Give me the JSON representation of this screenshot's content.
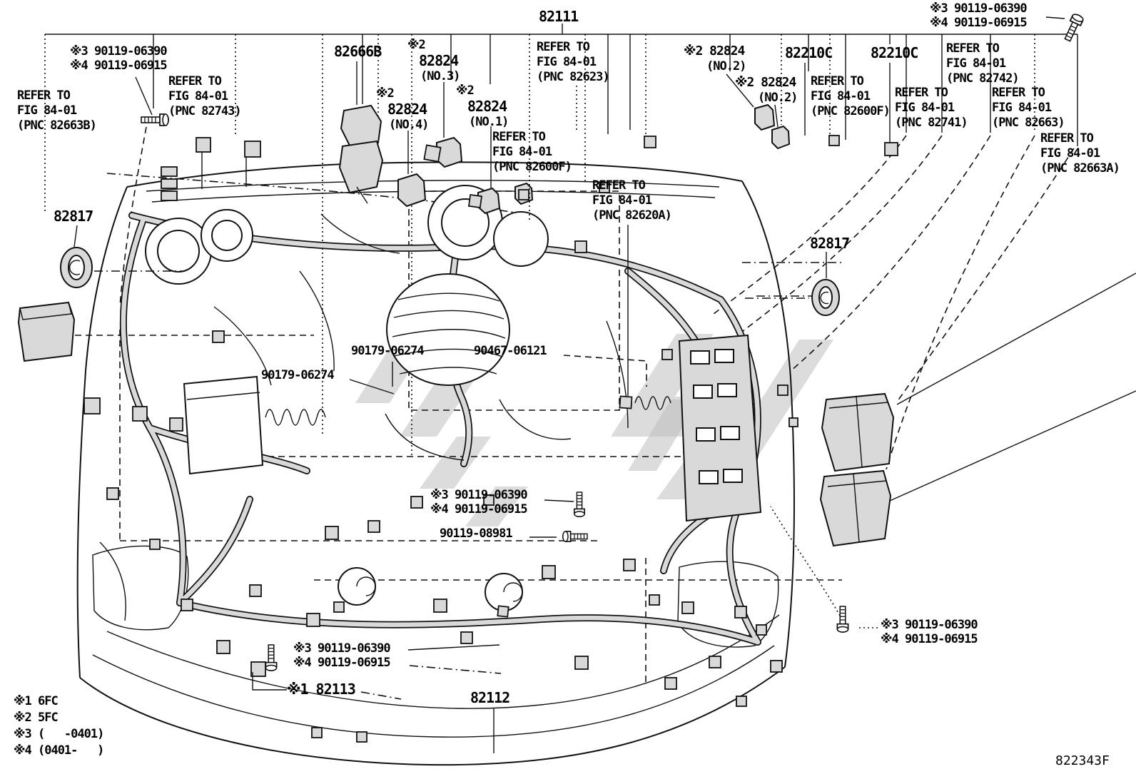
{
  "figure": {
    "drawing_number": "822343F",
    "main_part": "82111"
  },
  "colors": {
    "line": "#111111",
    "stipple": "#d9d9d9",
    "wm": "#b9b9b9",
    "bg": "#ffffff"
  },
  "labels": {
    "part_82111": {
      "text": "82111"
    },
    "bolt_note_top_left": {
      "lines": [
        "※3 90119-06390",
        "※4 90119-06915"
      ]
    },
    "refer_82663B": {
      "lines": [
        "REFER TO",
        "FIG 84-01",
        "(PNC 82663B)"
      ]
    },
    "refer_82743": {
      "lines": [
        "REFER TO",
        "FIG 84-01",
        "(PNC 82743)"
      ]
    },
    "part_82666B": {
      "text": "82666B"
    },
    "conn_82824_no3": {
      "lines": [
        "※2",
        "82824",
        "(NO.3)"
      ]
    },
    "conn_82824_no4": {
      "lines": [
        "※2",
        "82824",
        "(NO.4)"
      ]
    },
    "conn_82824_no1": {
      "lines": [
        "※2",
        "82824",
        "(NO.1)"
      ]
    },
    "refer_82623": {
      "lines": [
        "REFER TO",
        "FIG 84-01",
        "(PNC 82623)"
      ]
    },
    "refer_82600F_center": {
      "lines": [
        "REFER TO",
        "FIG 84-01",
        "(PNC 82600F)"
      ]
    },
    "conn_82824_no2_upper": {
      "lines": [
        "※2 82824",
        "(NO.2)"
      ]
    },
    "conn_82824_no2_lower": {
      "lines": [
        "※2 82824",
        "(NO.2)"
      ]
    },
    "part_82210C_left": {
      "text": "82210C"
    },
    "part_82210C_right": {
      "text": "82210C"
    },
    "refer_82600F_right": {
      "lines": [
        "REFER TO",
        "FIG 84-01",
        "(PNC 82600F)"
      ]
    },
    "refer_82742": {
      "lines": [
        "REFER TO",
        "FIG 84-01",
        "(PNC 82742)"
      ]
    },
    "refer_82741": {
      "lines": [
        "REFER TO",
        "FIG 84-01",
        "(PNC 82741)"
      ]
    },
    "refer_82663": {
      "lines": [
        "REFER TO",
        "FIG 84-01",
        "(PNC 82663)"
      ]
    },
    "refer_82663A": {
      "lines": [
        "REFER TO",
        "FIG 84-01",
        "(PNC 82663A)"
      ]
    },
    "bolt_note_top_right": {
      "lines": [
        "※3 90119-06390",
        "※4 90119-06915"
      ]
    },
    "part_82817_left": {
      "text": "82817"
    },
    "part_82817_right": {
      "text": "82817"
    },
    "refer_82620A": {
      "lines": [
        "REFER TO",
        "FIG 84-01",
        "(PNC 82620A)"
      ]
    },
    "clamp_90179_06274_upper": {
      "text": "90179-06274"
    },
    "clamp_90467_06121": {
      "text": "90467-06121"
    },
    "clamp_90179_06274_lower": {
      "text": "90179-06274"
    },
    "bolt_note_mid": {
      "lines": [
        "※3 90119-06390",
        "※4 90119-06915"
      ]
    },
    "bolt_90119_08981": {
      "text": "90119-08981"
    },
    "bolt_note_bottom_center": {
      "lines": [
        "※3 90119-06390",
        "※4 90119-06915"
      ]
    },
    "part_82113": {
      "text": "※1 82113"
    },
    "part_82112": {
      "text": "82112"
    },
    "bolt_note_bottom_right": {
      "lines": [
        "※3 90119-06390",
        "※4 90119-06915"
      ]
    },
    "legend": {
      "lines": [
        "※1 6FC",
        "※2 5FC",
        "※3 (   -0401)",
        "※4 (0401-   )"
      ]
    },
    "drawing_number": {
      "text": "822343F"
    }
  }
}
